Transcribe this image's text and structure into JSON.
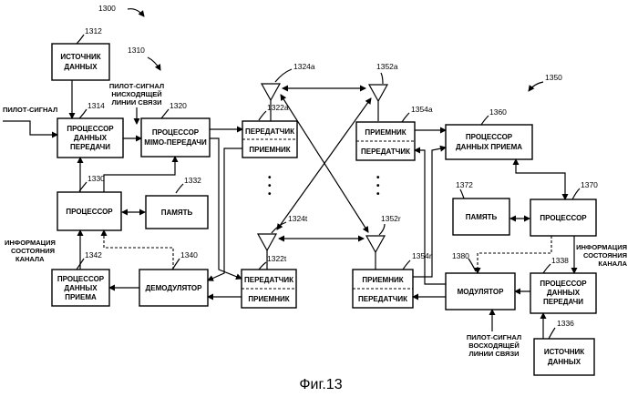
{
  "figure": {
    "caption": "Фиг.13",
    "system_ref": "1300",
    "left_ref": "1310",
    "right_ref": "1350"
  },
  "blocks": {
    "src_left": {
      "ref": "1312",
      "lines": [
        "ИСТОЧНИК",
        "ДАННЫХ"
      ]
    },
    "tx_proc_left": {
      "ref": "1314",
      "lines": [
        "ПРОЦЕССОР",
        "ДАННЫХ",
        "ПЕРЕДАЧИ"
      ]
    },
    "mimo": {
      "ref": "1320",
      "lines": [
        "ПРОЦЕССОР",
        "MIMO-ПЕРЕДАЧИ"
      ]
    },
    "proc_left": {
      "ref": "1330",
      "lines": [
        "ПРОЦЕССОР"
      ]
    },
    "mem_left": {
      "ref": "1332",
      "lines": [
        "ПАМЯТЬ"
      ]
    },
    "rx_proc_left": {
      "ref": "1342",
      "lines": [
        "ПРОЦЕССОР",
        "ДАННЫХ",
        "ПРИЕМА"
      ]
    },
    "demod": {
      "ref": "1340",
      "lines": [
        "ДЕМОДУЛЯТОР"
      ]
    },
    "tr_a": {
      "ref": "1322a",
      "top": "ПЕРЕДАТЧИК",
      "bottom": "ПРИЕМНИК"
    },
    "tr_t": {
      "ref": "1322t",
      "top": "ПЕРЕДАТЧИК",
      "bottom": "ПРИЕМНИК"
    },
    "rt_a": {
      "ref": "1354a",
      "top": "ПРИЕМНИК",
      "bottom": "ПЕРЕДАТЧИК"
    },
    "rt_r": {
      "ref": "1354r",
      "top": "ПРИЕМНИК",
      "bottom": "ПЕРЕДАТЧИК"
    },
    "rx_proc_right": {
      "ref": "1360",
      "lines": [
        "ПРОЦЕССОР",
        "ДАННЫХ ПРИЕМА"
      ]
    },
    "mem_right": {
      "ref": "1372",
      "lines": [
        "ПАМЯТЬ"
      ]
    },
    "proc_right": {
      "ref": "1370",
      "lines": [
        "ПРОЦЕССОР"
      ]
    },
    "tx_proc_right": {
      "ref": "1338",
      "lines": [
        "ПРОЦЕССОР",
        "ДАННЫХ",
        "ПЕРЕДАЧИ"
      ]
    },
    "mod": {
      "ref": "1380",
      "lines": [
        "МОДУЛЯТОР"
      ]
    },
    "src_right": {
      "ref": "1336",
      "lines": [
        "ИСТОЧНИК",
        "ДАННЫХ"
      ]
    }
  },
  "antennas": {
    "a1": "1324a",
    "a2": "1324t",
    "b1": "1352a",
    "b2": "1352r"
  },
  "labels": {
    "pilot_in": "ПИЛОТ-СИГНАЛ",
    "dl_pilot": [
      "ПИЛОТ-СИГНАЛ",
      "НИСХОДЯЩЕЙ",
      "ЛИНИИ СВЯЗИ"
    ],
    "csi_left": [
      "ИНФОРМАЦИЯ",
      "СОСТОЯНИЯ",
      "КАНАЛА"
    ],
    "csi_right": [
      "ИНФОРМАЦИЯ",
      "СОСТОЯНИЯ",
      "КАНАЛА"
    ],
    "ul_pilot": [
      "ПИЛОТ-СИГНАЛ",
      "ВОСХОДЯЩЕЙ",
      "ЛИНИИ СВЯЗИ"
    ]
  }
}
